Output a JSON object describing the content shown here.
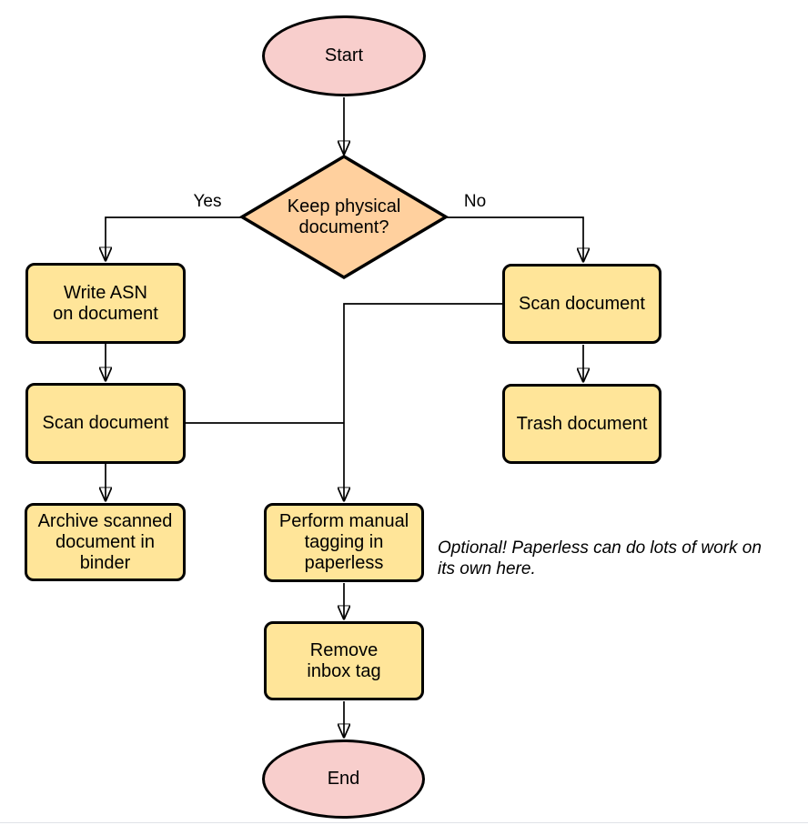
{
  "flowchart": {
    "start": {
      "label": "Start",
      "shape": "terminator"
    },
    "decision": {
      "label": "Keep physical\ndocument?",
      "shape": "decision"
    },
    "yes_label": "Yes",
    "no_label": "No",
    "write_asn": {
      "label": "Write ASN\non document",
      "shape": "process"
    },
    "scan_left": {
      "label": "Scan document",
      "shape": "process"
    },
    "archive": {
      "label": "Archive scanned\ndocument in\nbinder",
      "shape": "process"
    },
    "scan_right": {
      "label": "Scan document",
      "shape": "process"
    },
    "trash": {
      "label": "Trash document",
      "shape": "process"
    },
    "tagging": {
      "label": "Perform manual\ntagging in\npaperless",
      "shape": "process"
    },
    "remove_inbox": {
      "label": "Remove\ninbox tag",
      "shape": "process"
    },
    "end": {
      "label": "End",
      "shape": "terminator"
    },
    "note": "Optional! Paperless can do lots of work on\nits own here.",
    "colors": {
      "terminator_fill": "#f8cecc",
      "decision_fill": "#ffd09e",
      "process_fill": "#ffe599",
      "stroke": "#000000",
      "text": "#000000",
      "bottom_rule": "#e0e3e7"
    }
  }
}
